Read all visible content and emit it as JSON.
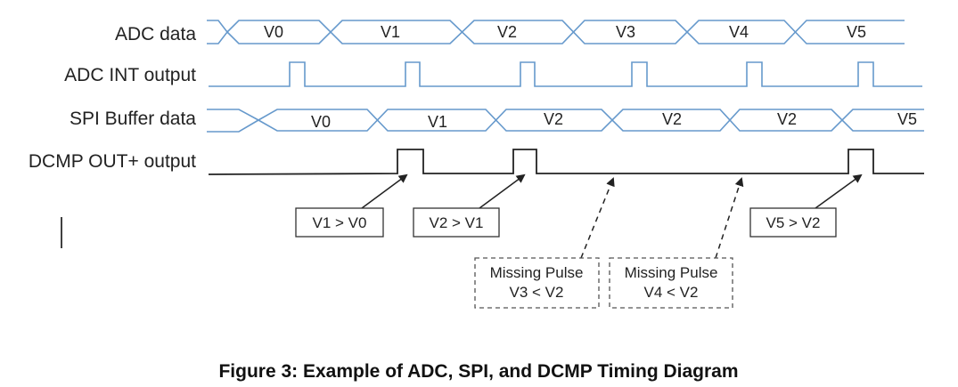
{
  "signals": {
    "adc_data": "ADC data",
    "adc_int": "ADC INT output",
    "spi_buffer": "SPI Buffer data",
    "dcmp_out": "DCMP OUT+ output"
  },
  "adc_values": [
    "V0",
    "V1",
    "V2",
    "V3",
    "V4",
    "V5"
  ],
  "spi_values": [
    "V0",
    "V1",
    "V2",
    "V2",
    "V2",
    "V5"
  ],
  "annotations": {
    "v1_gt_v0": "V1 > V0",
    "v2_gt_v1": "V2 > V1",
    "v5_gt_v2": "V5 > V2",
    "missing_1": {
      "line1": "Missing Pulse",
      "line2": "V3 < V2"
    },
    "missing_2": {
      "line1": "Missing Pulse",
      "line2": "V4 < V2"
    }
  },
  "caption": "Figure 3: Example of ADC, SPI, and DCMP Timing Diagram",
  "colors": {
    "bus_line": "#6699cc",
    "pulse_line": "#222222"
  }
}
